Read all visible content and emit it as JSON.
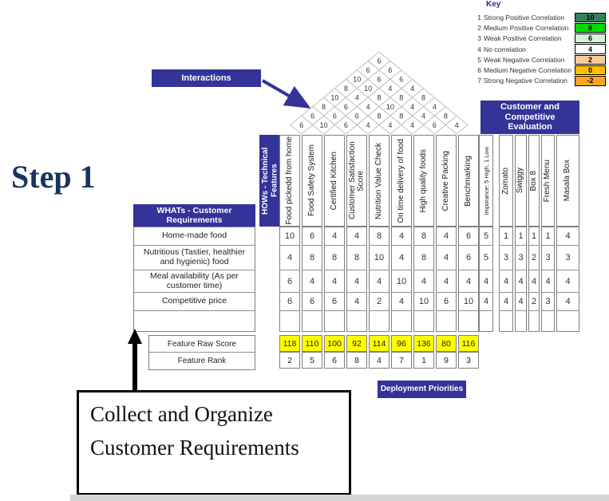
{
  "step_label": "Step 1",
  "interactions_label": "Interactions",
  "deployment_label": "Deployment Priorities",
  "collect_note": "Collect and Organize Customer Requirements",
  "key": {
    "title": "Key",
    "entries": [
      {
        "num": "1",
        "label": "Strong Positive Correlation",
        "value": "10",
        "color": "#338255"
      },
      {
        "num": "2",
        "label": "Medium Positive Correlation",
        "value": "8",
        "color": "#00dd00"
      },
      {
        "num": "3",
        "label": "Weak Positive Correlation",
        "value": "6",
        "color": "#d8f0d8"
      },
      {
        "num": "4",
        "label": "No correlation",
        "value": "4",
        "color": "#ffffff"
      },
      {
        "num": "5",
        "label": "Weak Negative Correlation",
        "value": "2",
        "color": "#f8cb9c"
      },
      {
        "num": "6",
        "label": "Medium Negative Correlation",
        "value": "0",
        "color": "#ffc000"
      },
      {
        "num": "7",
        "label": "Strong Negative Correlation",
        "value": "-2",
        "color": "#ffa321"
      }
    ]
  },
  "hows": {
    "label": "HOWs - Technical Features",
    "columns": [
      "Food pickedd from home",
      "Food Safety System",
      "Certified Kitchen",
      "Customer Satisfaction Score",
      "Nutrition Value Check",
      "On time delivery of food",
      "High quality foods",
      "Creative Packing",
      "Benchmarking"
    ]
  },
  "whats": {
    "header": "WHATs - Customer Requirements",
    "rows": [
      "Home-made food",
      "Nutritious (Tastier, healthier and hygienic) food",
      "Meal availability (As per customer time)",
      "Competitive price",
      ""
    ]
  },
  "matrix": [
    [
      10,
      6,
      4,
      4,
      8,
      4,
      8,
      4,
      6
    ],
    [
      4,
      8,
      8,
      8,
      10,
      4,
      8,
      4,
      6
    ],
    [
      6,
      4,
      4,
      4,
      4,
      10,
      4,
      4,
      4
    ],
    [
      6,
      6,
      6,
      4,
      2,
      4,
      10,
      6,
      10
    ],
    [
      "",
      "",
      "",
      "",
      "",
      "",
      "",
      "",
      ""
    ]
  ],
  "importance": {
    "header": "Imporance: 5 High, 1 Low",
    "values": [
      5,
      5,
      4,
      4,
      ""
    ]
  },
  "evaluation": {
    "header": "Customer and Competitive Evaluation",
    "columns": [
      "Zomato",
      "Swiggy",
      "Box 8",
      "Fresh Menu",
      "Masala Box"
    ],
    "values": [
      [
        1,
        1,
        1,
        1,
        4
      ],
      [
        3,
        3,
        2,
        3,
        3
      ],
      [
        4,
        4,
        4,
        4,
        4
      ],
      [
        4,
        4,
        2,
        3,
        4
      ],
      [
        "",
        "",
        "",
        "",
        ""
      ]
    ]
  },
  "roof": {
    "rows_top_to_bottom": [
      [
        6
      ],
      [
        6,
        6
      ],
      [
        10,
        6,
        6
      ],
      [
        8,
        10,
        4,
        4
      ],
      [
        10,
        4,
        8,
        8,
        8
      ],
      [
        8,
        6,
        4,
        10,
        4,
        4
      ],
      [
        6,
        6,
        6,
        8,
        8,
        4,
        8
      ],
      [
        6,
        10,
        6,
        4,
        4,
        4,
        6,
        4
      ]
    ]
  },
  "scores": {
    "raw_label": "Feature Raw Score",
    "rank_label": "Feature Rank",
    "raw": [
      118,
      110,
      100,
      92,
      114,
      96,
      136,
      80,
      116
    ],
    "rank": [
      2,
      5,
      6,
      8,
      4,
      7,
      1,
      9,
      3
    ]
  },
  "colors": {
    "header_blue": "#333399",
    "score_yellow": "#ffff00",
    "step_navy": "#17365d",
    "roof_line": "#bfbfbf"
  }
}
